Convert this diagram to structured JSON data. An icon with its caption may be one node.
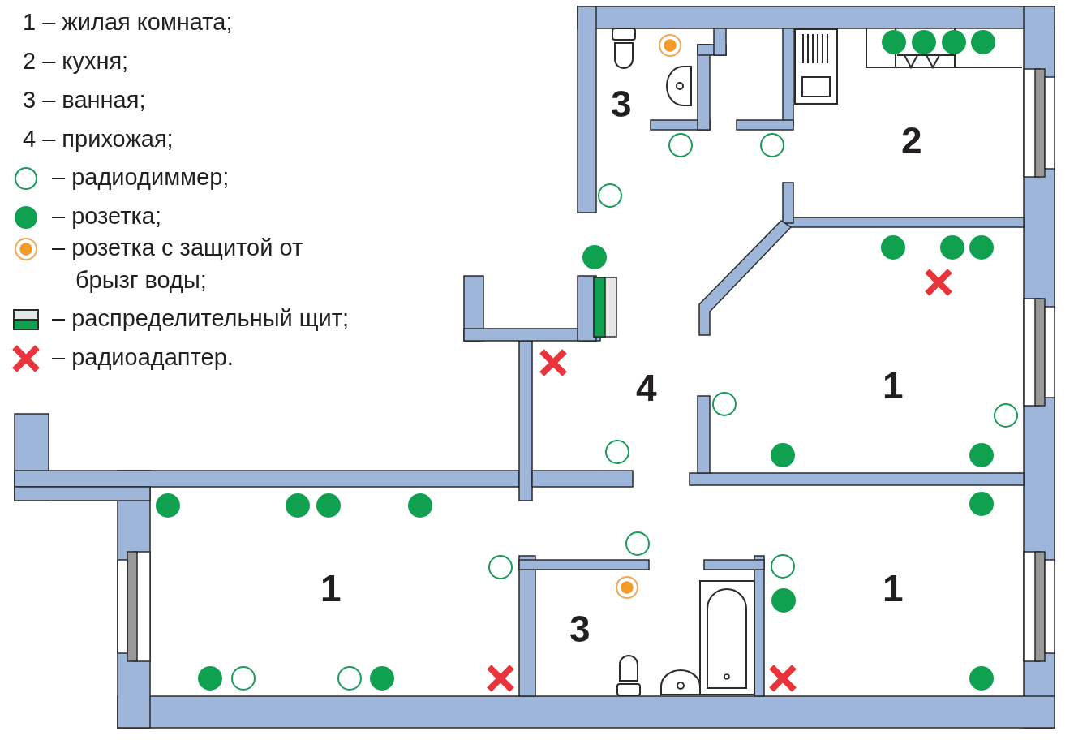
{
  "diagram": {
    "labels": [
      "3",
      "2",
      "4",
      "1",
      "1",
      "3",
      "1"
    ],
    "legend": [
      {
        "text": "1 – жилая комната;"
      },
      {
        "text": "2 – кухня;"
      },
      {
        "text": "3 – ванная;"
      },
      {
        "text": "4 – прихожая;"
      },
      {
        "text": "– радиодиммер;"
      },
      {
        "text": "– розетка;"
      },
      {
        "text": "– розетка с защитой от брызг воды;"
      },
      {
        "text": "– распределительный щит;"
      },
      {
        "text": "– радиоадаптер."
      }
    ]
  }
}
